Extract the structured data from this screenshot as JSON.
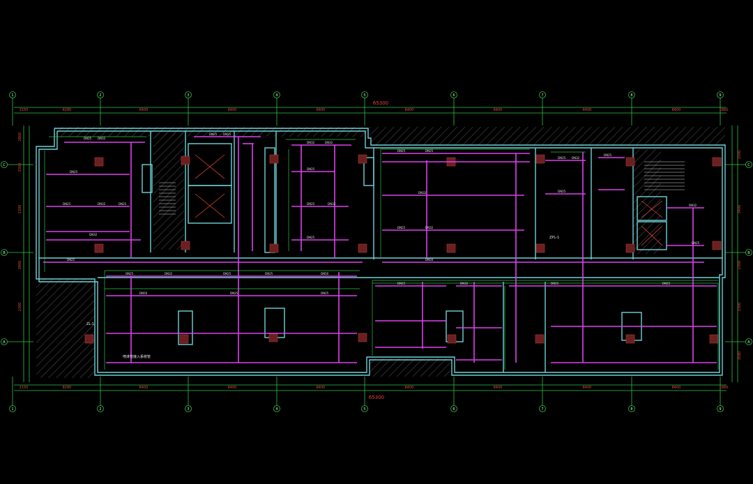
{
  "colors": {
    "background": "#000000",
    "wall": "#6fd3d8",
    "axis": "#2ec44a",
    "pipe": "#e040f0",
    "dim_text": "#e8443a",
    "note_text": "#e8e8e8",
    "column": "#6b1f1f",
    "hatch": "#4a4a4a"
  },
  "axes": {
    "columns": [
      "1",
      "2",
      "3",
      "4",
      "5",
      "6",
      "7",
      "8",
      "9"
    ],
    "rows": [
      "A",
      "B",
      "C"
    ]
  },
  "dims": {
    "total": "65300",
    "bays": [
      "2150",
      "8280",
      "8400",
      "8400",
      "8400",
      "8400",
      "8400",
      "8400",
      "8400",
      "1860"
    ],
    "left_side": [
      "2800",
      "3300",
      "2300",
      "3900",
      "2300"
    ],
    "right_side": [
      "1500",
      "3400",
      "2300",
      "3300",
      "3580"
    ]
  },
  "pipe_labels": [
    "DN25",
    "DN32",
    "DN25",
    "DN25",
    "DN32",
    "DN25",
    "DN25",
    "DN32",
    "DN25",
    "DN25",
    "DN32",
    "DN32",
    "DN25",
    "DN25",
    "DN32",
    "DN25",
    "DN25",
    "DN25",
    "DN32",
    "DN25",
    "DN32",
    "DN50",
    "DN25",
    "DN32",
    "DN25",
    "DN25",
    "DN32",
    "DN25",
    "DN25",
    "DN32",
    "DN25",
    "DN25",
    "DN50",
    "DN50",
    "DN25",
    "DN25",
    "DN25",
    "DN32",
    "DN25",
    "DN25"
  ],
  "notes": {
    "riser_left": "ZL-1",
    "riser_mid": "ZPL-1",
    "pipe_note": "喷淋管接入系统管"
  }
}
